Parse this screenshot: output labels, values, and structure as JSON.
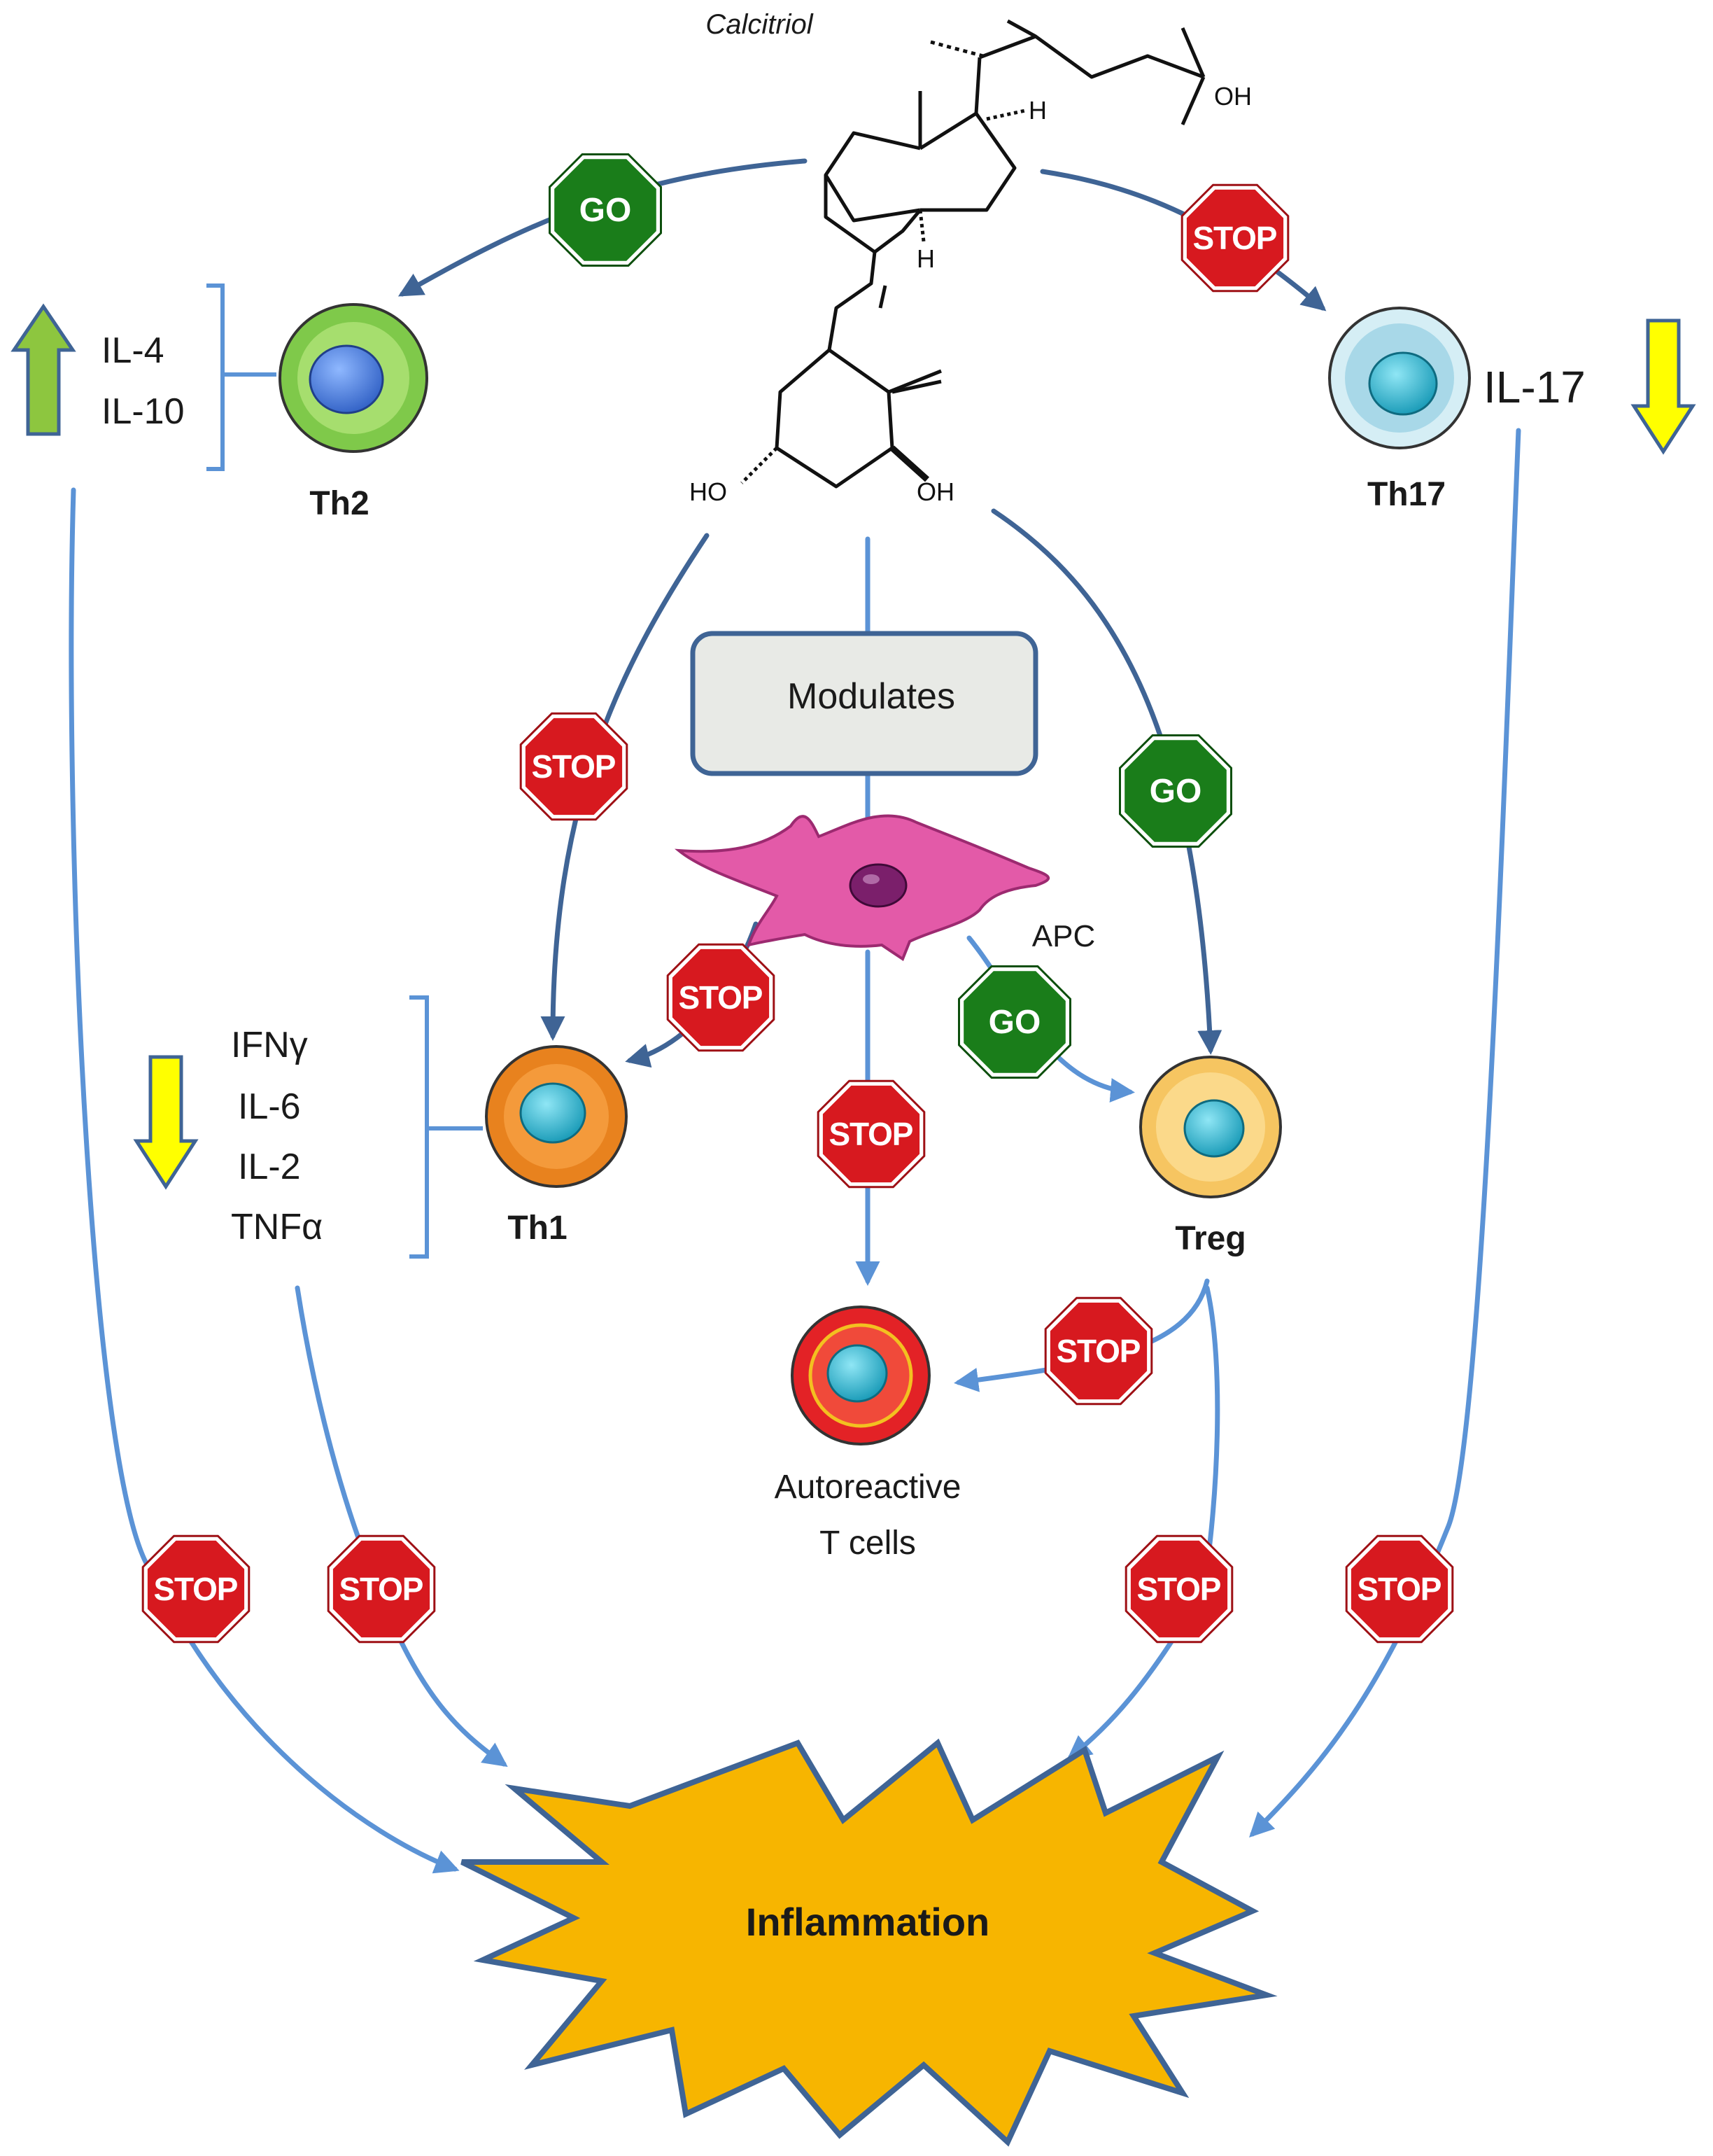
{
  "title": "Calcitriol",
  "molecule": {
    "h_top": "H",
    "h_mid": "H",
    "oh_right": "OH",
    "oh_left": "HO",
    "oh_bottom": "OH"
  },
  "center_box": {
    "label": "Modulates"
  },
  "cells": {
    "th2": {
      "label": "Th2",
      "color": "#7fc94a"
    },
    "th17": {
      "label": "Th17",
      "color": "#a8d8e8"
    },
    "th1": {
      "label": "Th1",
      "color": "#e8821e"
    },
    "treg": {
      "label": "Treg",
      "color": "#f6c561"
    },
    "autoreactive": {
      "label_line1": "Autoreactive",
      "label_line2": "T cells",
      "color": "#e32226"
    },
    "apc": {
      "label": "APC",
      "color": "#e35aa8"
    }
  },
  "cytokines": {
    "th2_group": [
      "IL-4",
      "IL-10"
    ],
    "th17_group": [
      "IL-17"
    ],
    "th1_group": [
      "IFNγ",
      "IL-6",
      "IL-2",
      "TNFα"
    ]
  },
  "signs": {
    "stop": "STOP",
    "go": "GO"
  },
  "outcome": {
    "label": "Inflammation",
    "color": "#f7b500"
  },
  "colors": {
    "stop": "#d7191f",
    "go": "#1a7d1a",
    "arrow_dark": "#3f6495",
    "arrow_light": "#5b93d6",
    "up_arrow": "#8dc63f",
    "down_arrow": "#ffff00"
  }
}
